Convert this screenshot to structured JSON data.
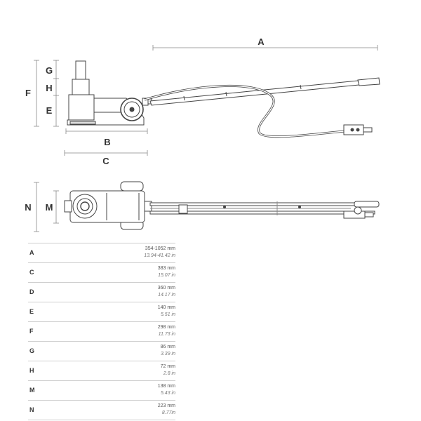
{
  "dimension_labels": {
    "A": "A",
    "B": "B",
    "C": "C",
    "E": "E",
    "F": "F",
    "G": "G",
    "H": "H",
    "M": "M",
    "N": "N"
  },
  "specs": [
    {
      "key": "A",
      "mm": "354-1052 mm",
      "inch": "13.94-41.42 in"
    },
    {
      "key": "C",
      "mm": "383 mm",
      "inch": "15.07 in"
    },
    {
      "key": "D",
      "mm": "360 mm",
      "inch": "14.17 in"
    },
    {
      "key": "E",
      "mm": "140 mm",
      "inch": "5.51 in"
    },
    {
      "key": "F",
      "mm": "298 mm",
      "inch": "11.73 in"
    },
    {
      "key": "G",
      "mm": "86 mm",
      "inch": "3.39 in"
    },
    {
      "key": "H",
      "mm": "72 mm",
      "inch": "2.8 in"
    },
    {
      "key": "M",
      "mm": "138 mm",
      "inch": "5.43 in"
    },
    {
      "key": "N",
      "mm": "223 mm",
      "inch": "8.77in"
    }
  ]
}
